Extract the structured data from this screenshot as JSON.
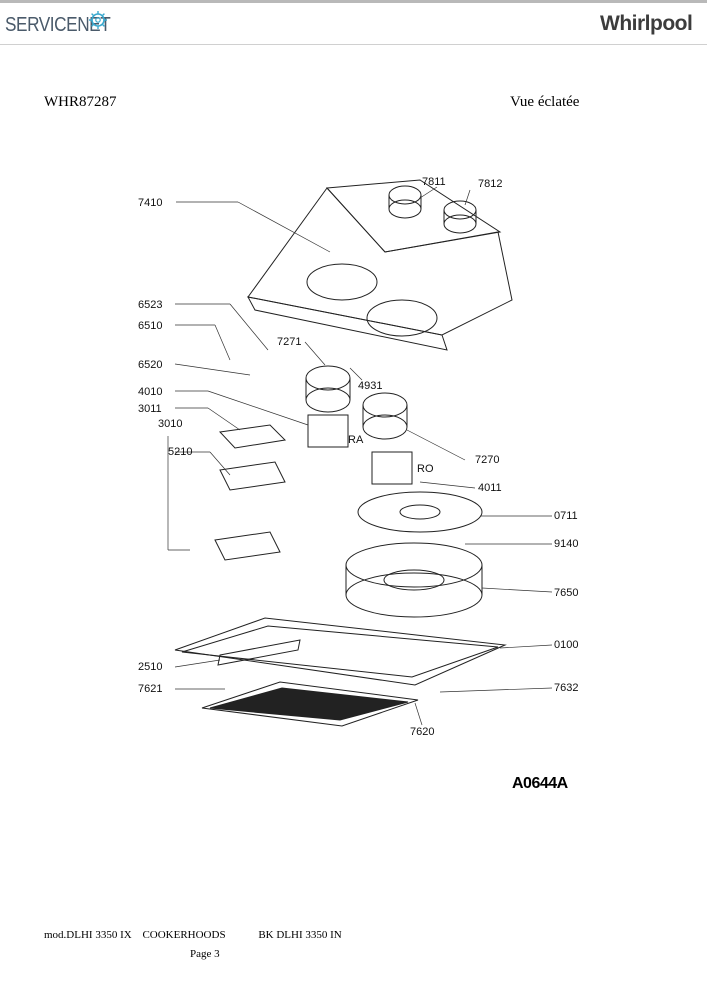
{
  "header": {
    "servicenet_logo": "SERVICENET",
    "whirlpool_logo": "Whirlpool"
  },
  "document": {
    "model": "WHR87287",
    "view_title": "Vue éclatée",
    "diagram_code": "A0644A"
  },
  "parts": [
    {
      "ref": "7811"
    },
    {
      "ref": "7812"
    },
    {
      "ref": "7410"
    },
    {
      "ref": "6523"
    },
    {
      "ref": "6510"
    },
    {
      "ref": "7271"
    },
    {
      "ref": "6520"
    },
    {
      "ref": "4931"
    },
    {
      "ref": "4010"
    },
    {
      "ref": "3011"
    },
    {
      "ref": "3010"
    },
    {
      "ref": "RA"
    },
    {
      "ref": "5210"
    },
    {
      "ref": "7270"
    },
    {
      "ref": "RO"
    },
    {
      "ref": "4011"
    },
    {
      "ref": "0711"
    },
    {
      "ref": "9140"
    },
    {
      "ref": "7650"
    },
    {
      "ref": "0100"
    },
    {
      "ref": "2510"
    },
    {
      "ref": "7621"
    },
    {
      "ref": "7632"
    },
    {
      "ref": "7620"
    }
  ],
  "footer": {
    "model_text": "mod.DLHI 3350 IX",
    "category": "COOKERHOODS",
    "variant": "BK DLHI 3350 IN",
    "page": "Page 3"
  }
}
